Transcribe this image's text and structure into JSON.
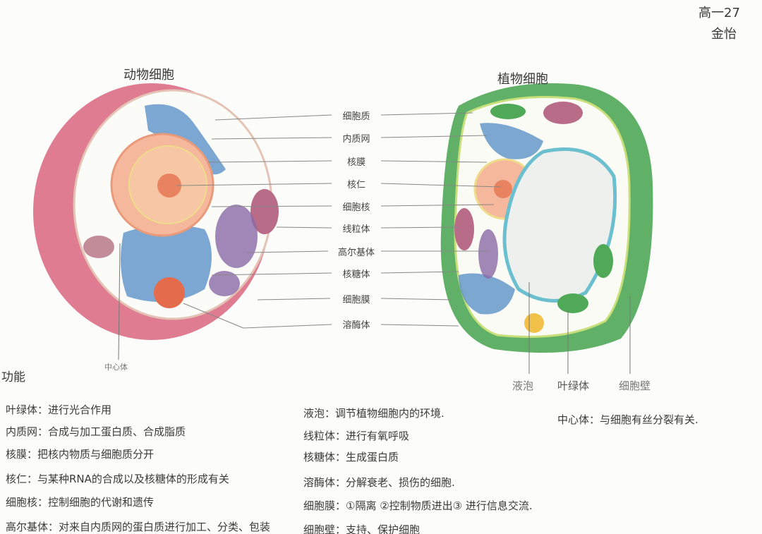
{
  "header": {
    "class": "高一27",
    "name": "金怡"
  },
  "animal_cell": {
    "title": "动物细胞",
    "centriole_label": "中心体"
  },
  "plant_cell": {
    "title": "植物细胞",
    "bottom_labels": [
      "液泡",
      "叶绿体",
      "细胞壁"
    ]
  },
  "center_labels": [
    "细胞质",
    "内质网",
    "核膜",
    "核仁",
    "细胞核",
    "线粒体",
    "高尔基体",
    "核糖体",
    "细胞膜",
    "溶酶体"
  ],
  "functions": {
    "title": "功能",
    "left": [
      "叶绿体：进行光合作用",
      "内质网：合成与加工蛋白质、合成脂质",
      "核膜：把核内物质与细胞质分开",
      "核仁：与某种RNA的合成以及核糖体的形成有关",
      "细胞核：控制细胞的代谢和遗传",
      "高尔基体：对来自内质网的蛋白质进行加工、分类、包装"
    ],
    "right": [
      "液泡：调节植物细胞内的环境.",
      "线粒体：进行有氧呼吸",
      "核糖体：生成蛋白质",
      "溶酶体：分解衰老、损伤的细胞.",
      "细胞膜：①隔离 ②控制物质进出③ 进行信息交流.",
      "细胞壁：支持、保护细胞"
    ],
    "extra": "中心体：与细胞有丝分裂有关."
  },
  "colors": {
    "cell_membrane_pink": "#d9657f",
    "cell_wall_green": "#4fa957",
    "er_blue": "#5b92c8",
    "nucleus_orange": "#f0a486",
    "mitochondria_purple": "#8b6aa6"
  }
}
